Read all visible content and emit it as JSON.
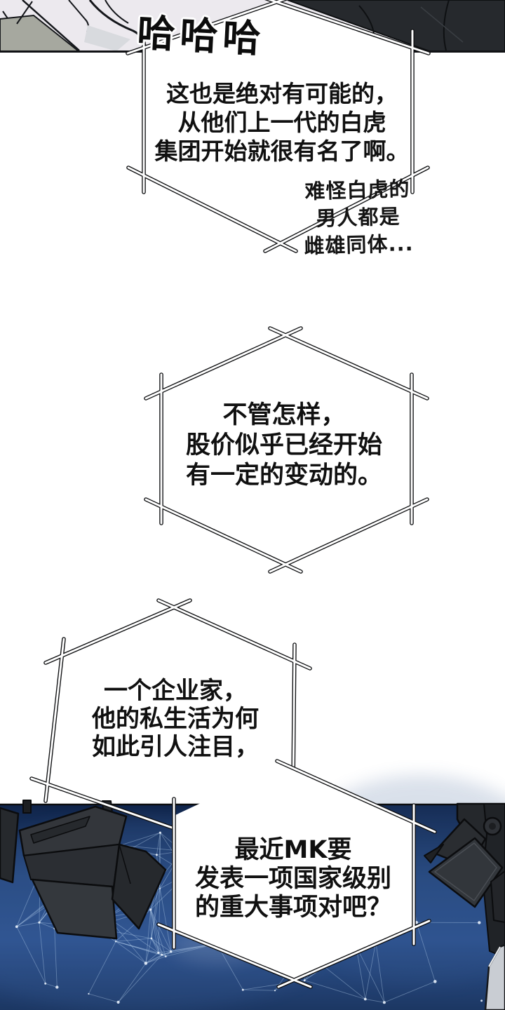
{
  "laugh": {
    "text": "哈哈哈"
  },
  "bubble1": {
    "lines": [
      "这也是绝对有可能的，",
      "从他们上一代的白虎",
      "集团开始就很有名了啊。"
    ]
  },
  "aside": {
    "lines": [
      "难怪白虎的",
      "男人都是",
      "雌雄同体..."
    ]
  },
  "bubble2": {
    "lines": [
      "不管怎样，",
      "股价似乎已经开始",
      "有一定的变动的。"
    ]
  },
  "bubble3": {
    "lines": [
      "一个企业家，",
      "他的私生活为何",
      "如此引人注目，"
    ]
  },
  "bubble4": {
    "lines": [
      "最近MK要",
      "发表一项国家级别",
      "的重大事项对吧？"
    ]
  },
  "colors": {
    "paper": "#ffffff",
    "ink": "#101010",
    "clothing_light": "#ece9ee",
    "clothing_gray_triangle": "#a6a89f",
    "suit_dark": "#26292d",
    "stage_blue_dark": "#0f2348",
    "stage_blue_mid": "#2c5191",
    "plexus_line": "#bdd7f2",
    "spotlight_body": "#33363b",
    "podium_gray": "#c9cdd3"
  }
}
